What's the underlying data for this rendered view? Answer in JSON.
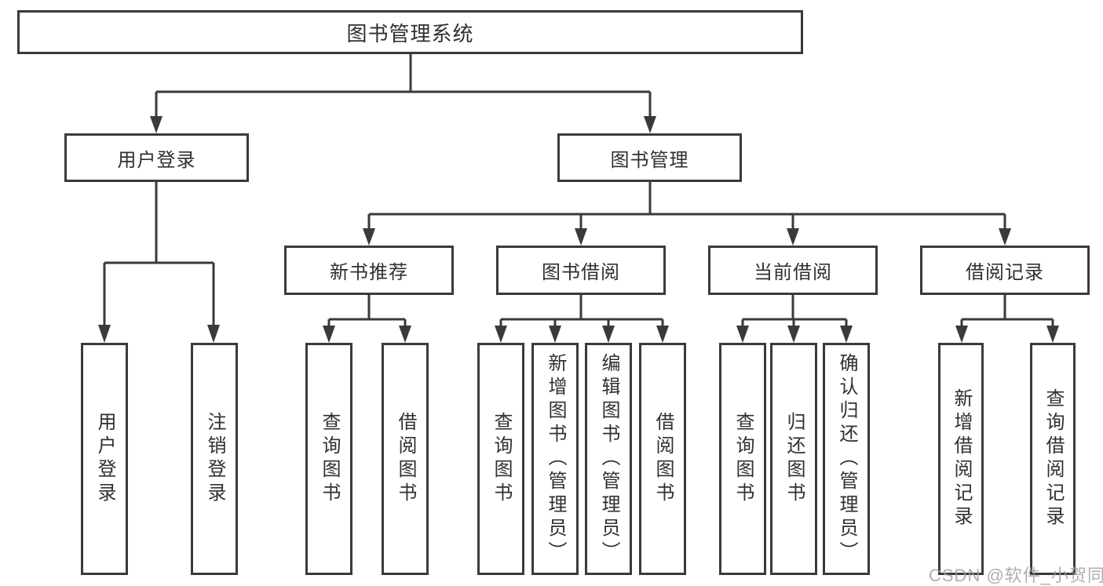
{
  "title": "图书管理系统",
  "tree": {
    "root": {
      "label": "图书管理系统"
    },
    "branches": [
      {
        "label": "用户登录",
        "children": [
          {
            "label": "用户登录"
          },
          {
            "label": "注销登录"
          }
        ]
      },
      {
        "label": "图书管理",
        "children": [
          {
            "label": "新书推荐",
            "children": [
              {
                "label": "查询图书"
              },
              {
                "label": "借阅图书"
              }
            ]
          },
          {
            "label": "图书借阅",
            "children": [
              {
                "label": "查询图书"
              },
              {
                "label": "新增图书（管理员）"
              },
              {
                "label": "编辑图书（管理员）"
              },
              {
                "label": "借阅图书"
              }
            ]
          },
          {
            "label": "当前借阅",
            "children": [
              {
                "label": "查询图书"
              },
              {
                "label": "归还图书"
              },
              {
                "label": "确认归还（管理员）"
              }
            ]
          },
          {
            "label": "借阅记录",
            "children": [
              {
                "label": "新增借阅记录"
              },
              {
                "label": "查询借阅记录"
              }
            ]
          }
        ]
      }
    ]
  },
  "watermark": {
    "text": "CSDN @软件_小贺同学"
  },
  "colors": {
    "line": "#3a3a3a",
    "text": "#303030",
    "watermark": "#a0a0a0",
    "background": "#ffffff"
  }
}
